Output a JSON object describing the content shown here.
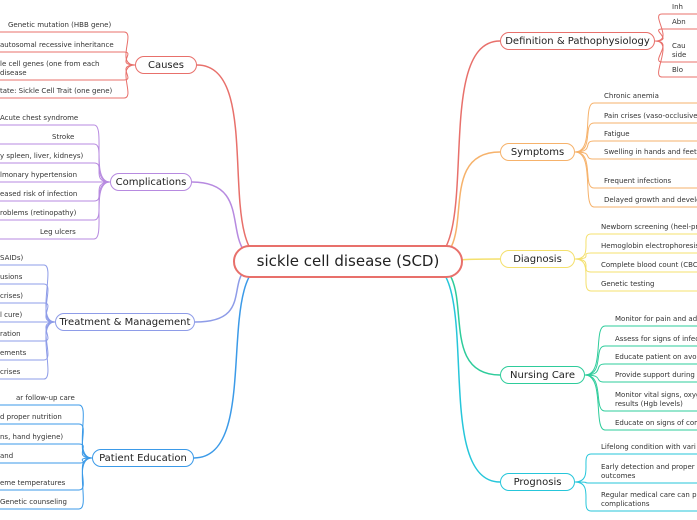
{
  "central": "sickle cell disease (SCD)",
  "colors": {
    "definition": "#e8706b",
    "symptoms": "#f6b26b",
    "diagnosis": "#f4e06d",
    "nursing": "#2ecc9b",
    "prognosis": "#26c6da",
    "causes": "#e8706b",
    "complications": "#b78ae0",
    "treatment": "#8e9ce8",
    "education": "#3b9ae8"
  },
  "branches": {
    "definition": {
      "label": "Definition & Pathophysiology",
      "items": [
        "Inh",
        "Abn",
        "Cau\nside",
        "Blo"
      ]
    },
    "symptoms": {
      "label": "Symptoms",
      "items": [
        "Chronic anemia",
        "Pain crises (vaso-occlusive",
        "Fatigue",
        "Swelling in hands and feet (",
        "Frequent infections",
        "Delayed growth and develo"
      ]
    },
    "diagnosis": {
      "label": "Diagnosis",
      "items": [
        "Newborn screening (heel-pri",
        "Hemoglobin electrophoresis",
        "Complete blood count (CBC)",
        "Genetic testing"
      ]
    },
    "nursing": {
      "label": "Nursing Care",
      "items": [
        "Monitor for pain and ad",
        "Assess for signs of infec",
        "Educate patient on avoi",
        "Provide support during p",
        "Monitor vital signs, oxyg\nresults (Hgb levels)",
        "Educate on signs of com"
      ]
    },
    "prognosis": {
      "label": "Prognosis",
      "items": [
        "Lifelong condition with vari",
        "Early detection and proper m\noutcomes",
        "Regular medical care can pr\ncomplications"
      ]
    },
    "causes": {
      "label": "Causes",
      "items": [
        "Genetic mutation (HBB gene)",
        "autosomal recessive inheritance",
        "le cell genes (one from each\ndisease",
        "tate: Sickle Cell Trait (one gene)"
      ]
    },
    "complications": {
      "label": "Complications",
      "items": [
        "Acute chest syndrome",
        "Stroke",
        "y spleen, liver, kidneys)",
        "lmonary hypertension",
        "eased risk of infection",
        "roblems (retinopathy)",
        "Leg ulcers"
      ]
    },
    "treatment": {
      "label": "Treatment & Management",
      "items": [
        "SAIDs)",
        "usions",
        "crises)",
        "l cure)",
        "ration",
        "ements",
        "crises"
      ]
    },
    "education": {
      "label": "Patient Education",
      "items": [
        "ar follow-up care",
        "d proper nutrition",
        "ns, hand hygiene)",
        "and",
        "eme temperatures",
        "Genetic counseling"
      ]
    }
  }
}
